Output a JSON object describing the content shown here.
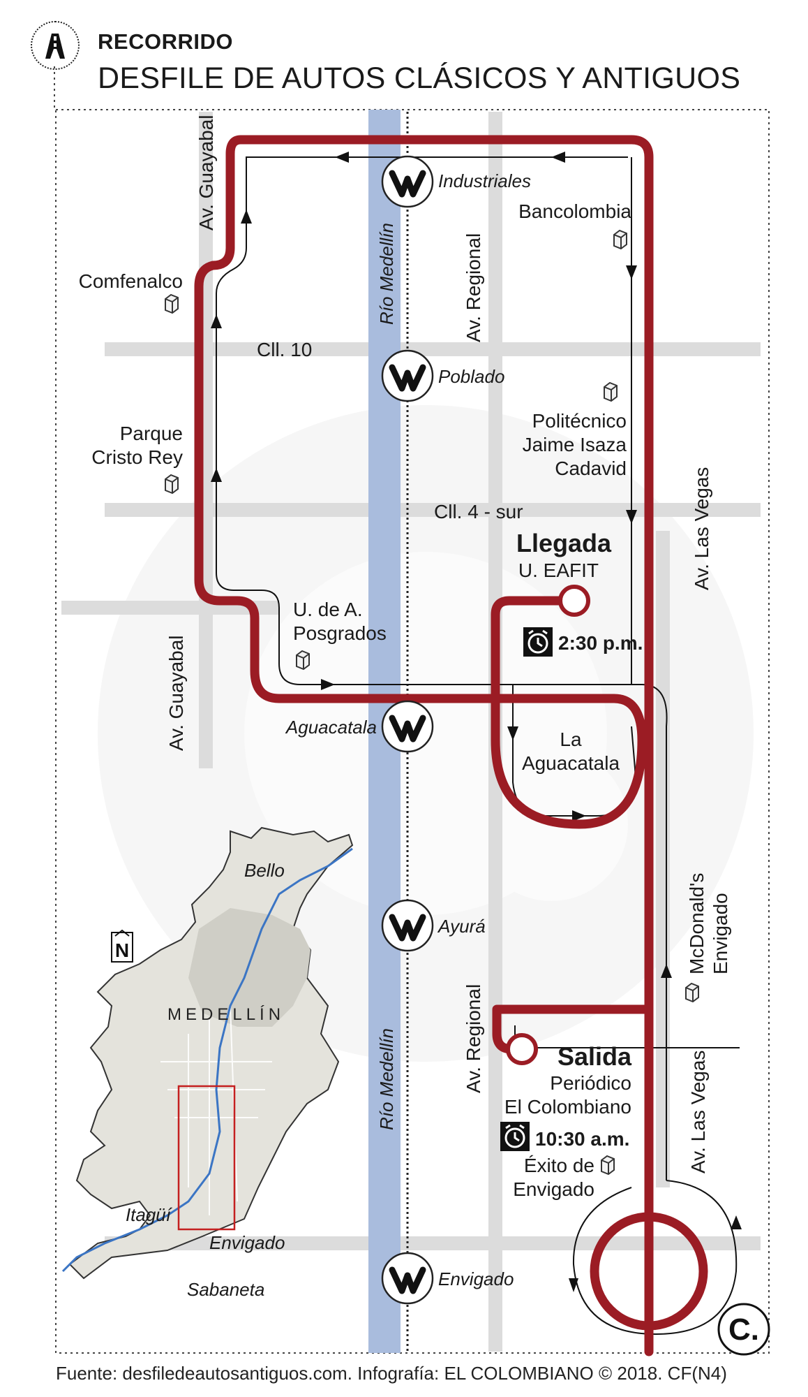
{
  "header": {
    "kicker": "RECORRIDO",
    "title": "DESFILE DE AUTOS CLÁSICOS Y ANTIGUOS"
  },
  "map": {
    "route_color": "#9b1c24",
    "river_color": "#a9bcdd",
    "streets": {
      "av_guayabal_top": "Av. Guayabal",
      "av_guayabal_bottom": "Av. Guayabal",
      "av_regional_top": "Av. Regional",
      "av_regional_bottom": "Av. Regional",
      "av_las_vegas_top": "Av. Las Vegas",
      "av_las_vegas_bottom": "Av. Las Vegas",
      "cll_10": "Cll. 10",
      "cll_4_sur": "Cll. 4 - sur",
      "rio_top": "Río Medellín",
      "rio_bottom": "Río Medellín"
    },
    "metro_stations": [
      "Industriales",
      "Poblado",
      "Aguacatala",
      "Ayurá",
      "Envigado"
    ],
    "landmarks": {
      "bancolombia": "Bancolombia",
      "comfenalco": "Comfenalco",
      "parque_line1": "Parque",
      "parque_line2": "Cristo Rey",
      "poli_line1": "Politécnico",
      "poli_line2": "Jaime Isaza",
      "poli_line3": "Cadavid",
      "uda_line1": "U. de A.",
      "uda_line2": "Posgrados",
      "aguacatala_line1": "La",
      "aguacatala_line2": "Aguacatala",
      "mcd_line1": "McDonald's",
      "mcd_line2": "Envigado",
      "exito_line1": "Éxito de",
      "exito_line2": "Envigado"
    },
    "arrival": {
      "title": "Llegada",
      "place": "U. EAFIT",
      "time": "2:30 p.m."
    },
    "departure": {
      "title": "Salida",
      "place_line1": "Periódico",
      "place_line2": "El Colombiano",
      "time": "10:30 a.m."
    },
    "inset": {
      "city": "MEDELLÍN",
      "bello": "Bello",
      "itagui": "Itagüí",
      "envigado": "Envigado",
      "sabaneta": "Sabaneta",
      "north": "N"
    },
    "logo": "C."
  },
  "footer": {
    "credit": "Fuente: desfiledeautosantiguos.com. Infografía: EL COLOMBIANO © 2018. CF(N4)"
  }
}
